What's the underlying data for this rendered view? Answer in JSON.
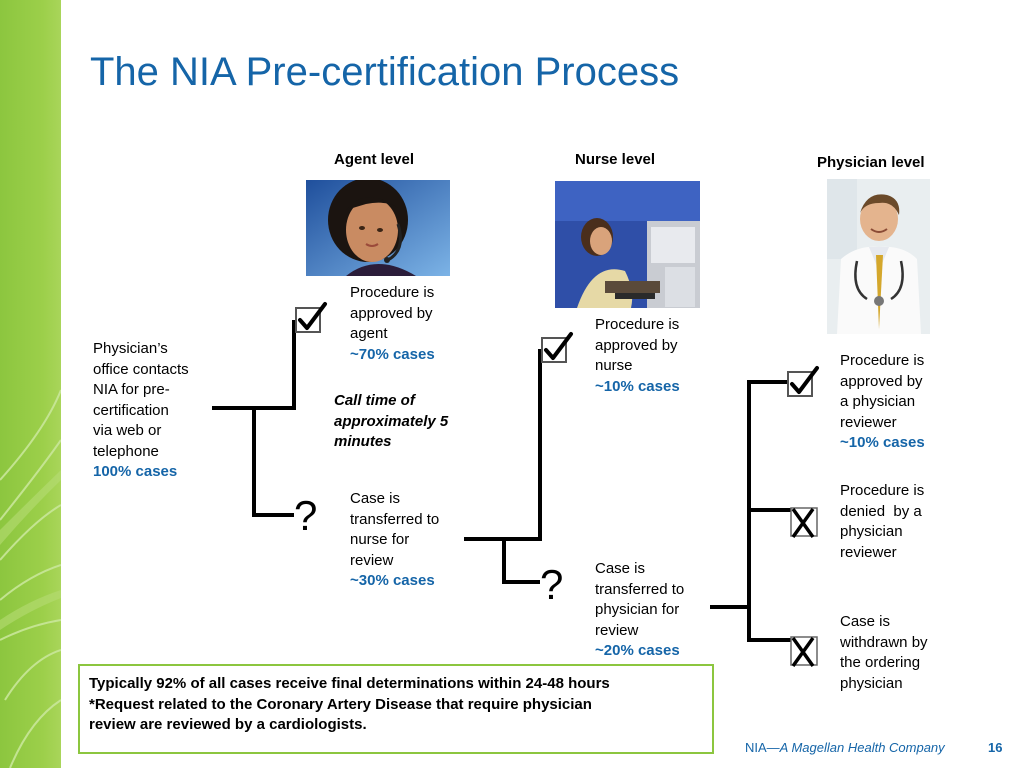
{
  "title": "The NIA Pre-certification Process",
  "levels": {
    "agent": "Agent level",
    "nurse": "Nurse level",
    "physician": "Physician level"
  },
  "start": {
    "lines": [
      "Physician’s",
      "office contacts",
      "NIA for pre-",
      "certification",
      "via web or",
      "telephone"
    ],
    "pct": "100% cases"
  },
  "agent_approved": {
    "lines": [
      "Procedure is",
      "approved by",
      "agent"
    ],
    "pct": "~70% cases"
  },
  "call_time": {
    "lines": [
      "Call time of",
      "approximately 5",
      "minutes"
    ]
  },
  "agent_transfer": {
    "lines": [
      "Case is",
      "transferred to",
      "nurse for",
      "review"
    ],
    "pct": "~30% cases"
  },
  "nurse_approved": {
    "lines": [
      "Procedure is",
      "approved by",
      "nurse"
    ],
    "pct": "~10% cases"
  },
  "nurse_transfer": {
    "lines": [
      "Case is",
      "transferred to",
      "physician for",
      "review"
    ],
    "pct": "~20% cases"
  },
  "physician_approved": {
    "lines": [
      "Procedure is",
      "approved by",
      "a physician",
      "reviewer"
    ],
    "pct": "~10% cases"
  },
  "physician_denied": {
    "lines": [
      "Procedure is",
      "denied  by a",
      "physician",
      "reviewer"
    ]
  },
  "physician_withdrawn": {
    "lines": [
      "Case is",
      "withdrawn by",
      "the ordering",
      "physician"
    ]
  },
  "summary": {
    "lines": [
      "Typically 92% of all cases receive final determinations within 24-48 hours",
      "*Request related to the Coronary Artery Disease that require physician",
      "review are reviewed by a cardiologists."
    ]
  },
  "footer": {
    "org": "NIA—",
    "company": "A Magellan Health Company",
    "page": "16"
  },
  "icons": {
    "approved": "checkmark-box-icon",
    "transfer": "question-mark-icon",
    "denied": "x-box-icon"
  },
  "colors": {
    "title": "#1565a8",
    "accent_green": "#8cc63f",
    "percent_text": "#1565a8"
  }
}
